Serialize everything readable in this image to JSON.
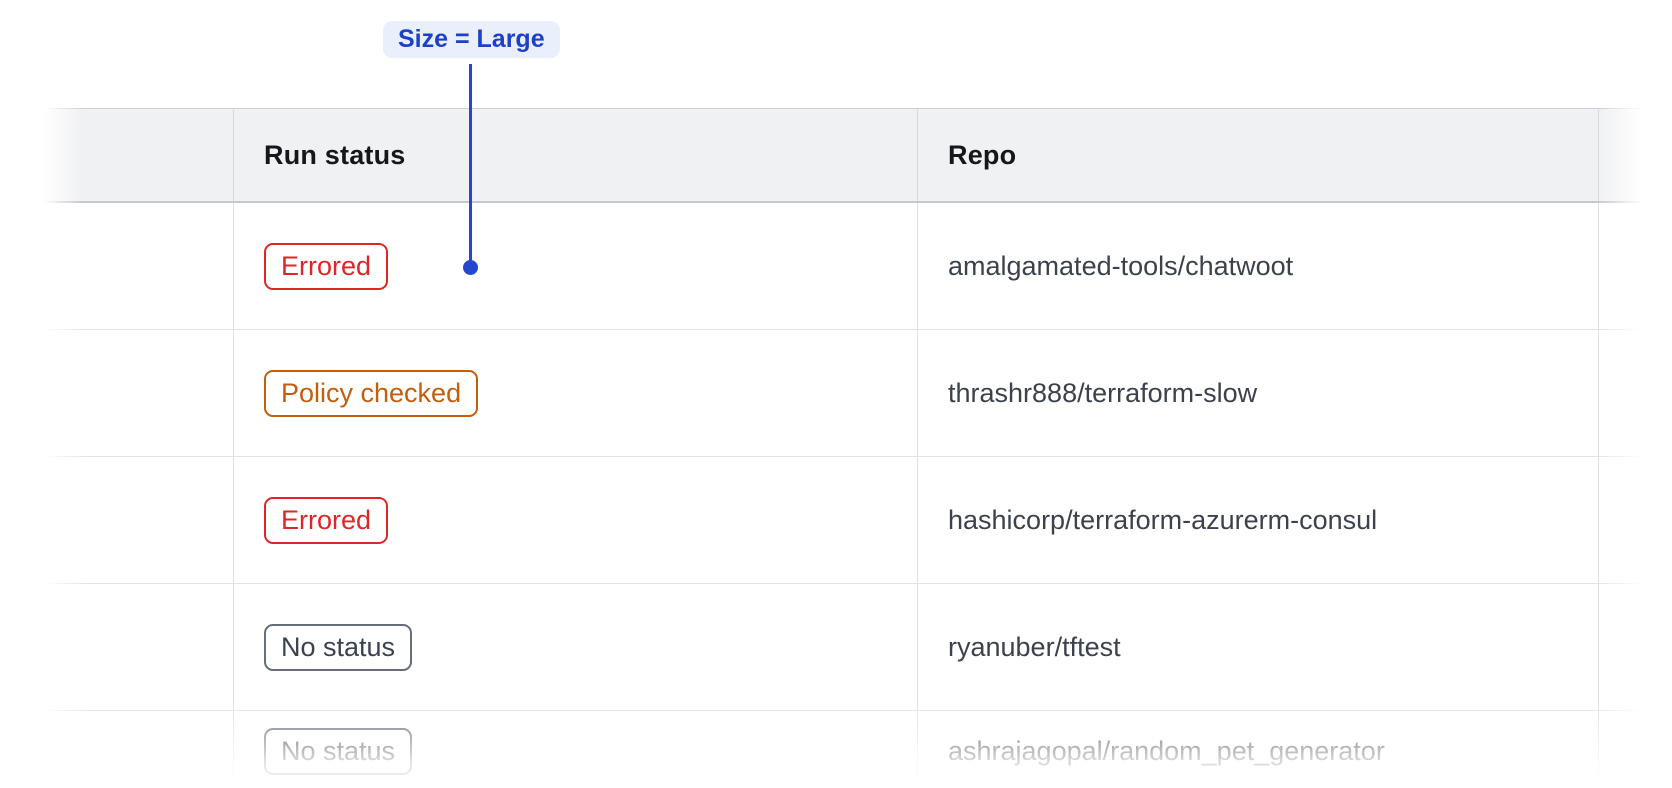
{
  "callout": {
    "label": "Size = Large"
  },
  "table": {
    "columns": {
      "run_status": "Run status",
      "repo": "Repo"
    },
    "rows": [
      {
        "status": "Errored",
        "badge_class": "badge badge--errored",
        "repo": "amalgamated-tools/chatwoot"
      },
      {
        "status": "Policy checked",
        "badge_class": "badge badge--policy-checked",
        "repo": "thrashr888/terraform-slow"
      },
      {
        "status": "Errored",
        "badge_class": "badge badge--errored",
        "repo": "hashicorp/terraform-azurerm-consul"
      },
      {
        "status": "No status",
        "badge_class": "badge badge--no-status",
        "repo": "ryanuber/tftest"
      },
      {
        "status": "No status",
        "badge_class": "badge badge--no-status",
        "repo": "ashrajagopal/random_pet_generator"
      }
    ]
  },
  "colors": {
    "accent_blue": "#2447cf",
    "callout_bg": "#e9f0fc",
    "status_errored": "#df2626",
    "status_policy_checked": "#c25e0e",
    "status_no_status_text": "#3a4150",
    "status_no_status_border": "#666d7b",
    "header_bg": "#f0f1f3",
    "repo_text": "#3c424d"
  }
}
